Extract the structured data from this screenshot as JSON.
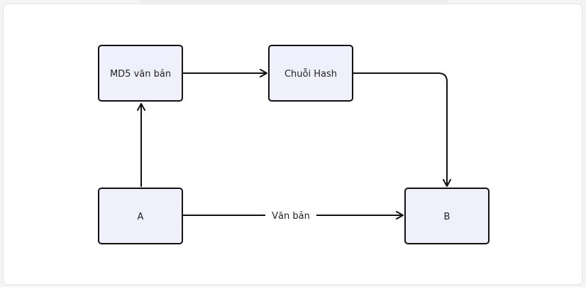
{
  "diagram": {
    "nodes": {
      "md5": {
        "label": "MD5 văn bản"
      },
      "hash": {
        "label": "Chuỗi Hash"
      },
      "a": {
        "label": "A"
      },
      "b": {
        "label": "B"
      }
    },
    "edges": {
      "a_to_b": {
        "label": "Văn bản"
      }
    },
    "colors": {
      "node_fill": "#eff0fb",
      "node_stroke": "#111111",
      "edge_stroke": "#111111"
    }
  }
}
